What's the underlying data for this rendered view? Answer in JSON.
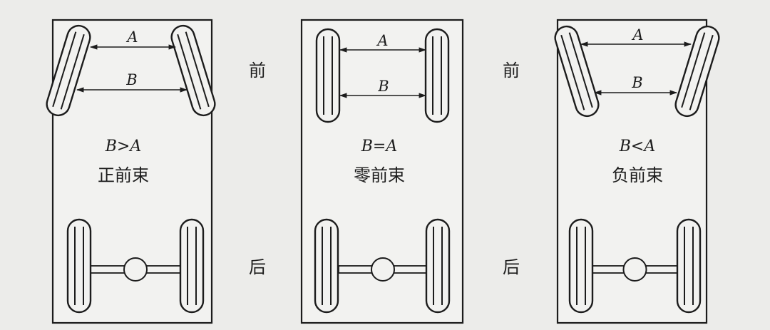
{
  "direction_labels": {
    "front": "前",
    "rear": "后"
  },
  "panels": [
    {
      "id": "positive-toe",
      "toe": "in",
      "label_a": "A",
      "label_b": "B",
      "relation": "B>A",
      "name": "正前束"
    },
    {
      "id": "zero-toe",
      "toe": "zero",
      "label_a": "A",
      "label_b": "B",
      "relation": "B=A",
      "name": "零前束"
    },
    {
      "id": "negative-toe",
      "toe": "out",
      "label_a": "A",
      "label_b": "B",
      "relation": "B<A",
      "name": "负前束"
    }
  ],
  "colors": {
    "ink": "#1c1c1c",
    "paper": "#ececea",
    "panel": "#f2f2f0"
  }
}
